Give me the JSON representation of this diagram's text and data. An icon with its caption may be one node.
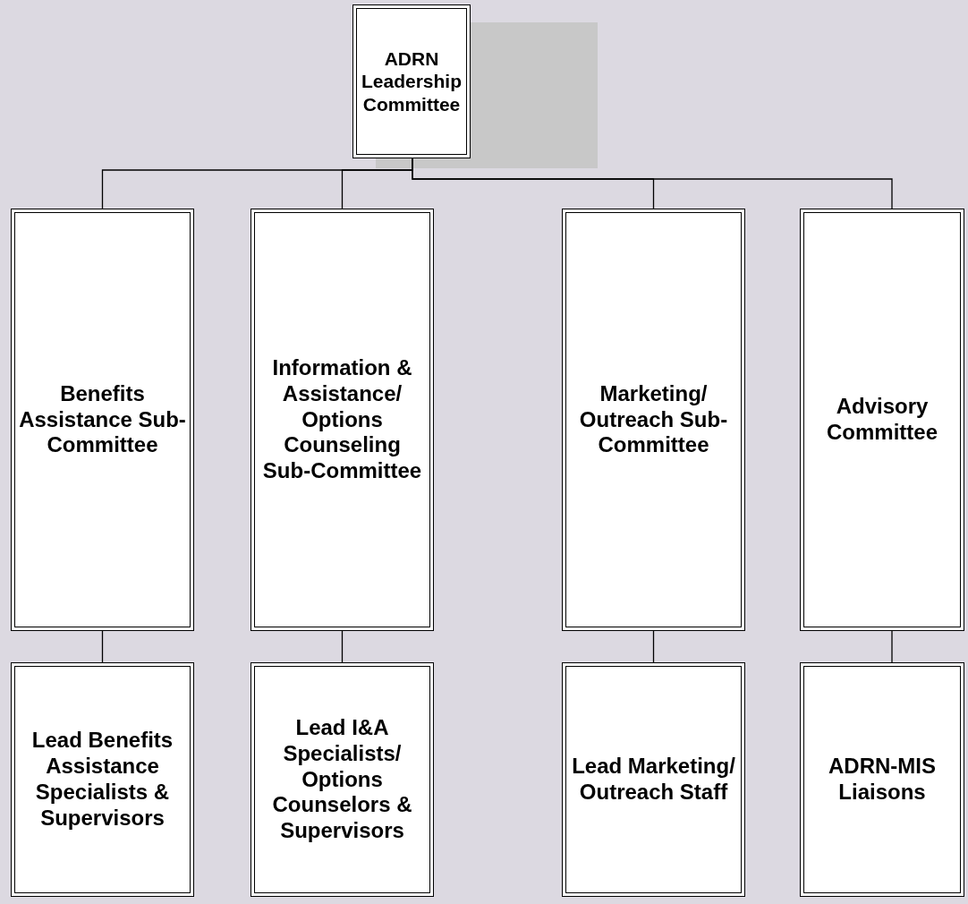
{
  "diagram": {
    "nodes": [
      {
        "text": [
          "ADRN Leadership Committee"
        ]
      },
      {
        "text": [
          "Benefits Assistance Sub-Committee"
        ]
      },
      {
        "text": [
          "Information & Assistance/ Options Counseling Sub-Committee"
        ]
      },
      {
        "text": [
          "Marketing/ Outreach Sub-Committee"
        ]
      },
      {
        "text": [
          "Advisory Committee"
        ]
      },
      {
        "text": [
          "Lead Benefits Assistance Specialists & Supervisors"
        ]
      },
      {
        "text": [
          "Lead I&A Specialists/ Options Counselors & Supervisors"
        ]
      },
      {
        "text": [
          "Lead Marketing/ Outreach Staff"
        ]
      },
      {
        "text": [
          "ADRN-MIS Liaisons"
        ]
      }
    ],
    "edges": [
      {
        "from": 0,
        "to": 1,
        "arrow": "none"
      },
      {
        "from": 0,
        "to": 2,
        "arrow": "none"
      },
      {
        "from": 0,
        "to": 3,
        "arrow": "none"
      },
      {
        "from": 0,
        "to": 4,
        "arrow": "none"
      },
      {
        "from": 1,
        "to": 5,
        "arrow": "none"
      },
      {
        "from": 2,
        "to": 6,
        "arrow": "none"
      },
      {
        "from": 3,
        "to": 7,
        "arrow": "none"
      },
      {
        "from": 4,
        "to": 8,
        "arrow": "none"
      }
    ]
  }
}
